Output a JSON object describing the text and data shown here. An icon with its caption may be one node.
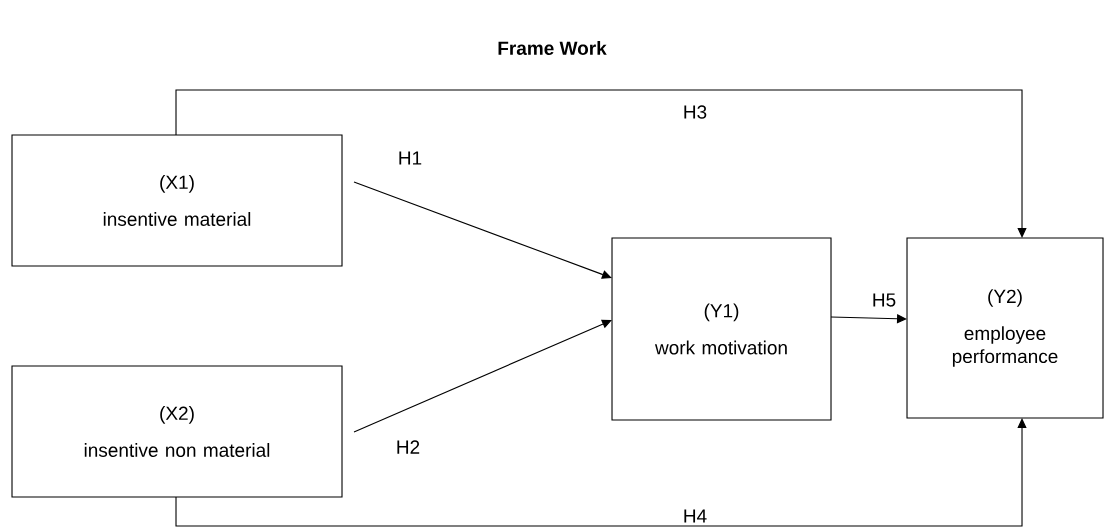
{
  "diagram": {
    "title": "Frame Work",
    "nodes": [
      {
        "text": [
          "(X1)",
          "insentive material"
        ]
      },
      {
        "text": [
          "(X2)",
          "insentive non material"
        ]
      },
      {
        "text": [
          "(Y1)",
          "work motivation"
        ]
      },
      {
        "text": [
          "(Y2)",
          "employee performance"
        ]
      }
    ],
    "edges": [
      {
        "from": 0,
        "to": 2,
        "arrow": "to",
        "label": "H1"
      },
      {
        "from": 1,
        "to": 2,
        "arrow": "to",
        "label": "H2"
      },
      {
        "from": 0,
        "to": 3,
        "arrow": "to",
        "label": "H3"
      },
      {
        "from": 1,
        "to": 3,
        "arrow": "to",
        "label": "H4"
      },
      {
        "from": 2,
        "to": 3,
        "arrow": "to",
        "label": "H5"
      }
    ]
  }
}
